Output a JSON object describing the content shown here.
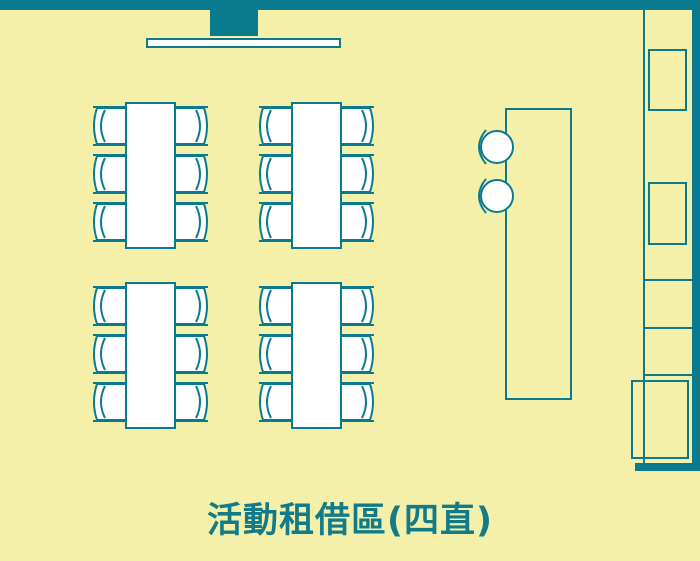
{
  "title": "活動租借區(四直)",
  "colors": {
    "background": "#f4f0aa",
    "line": "#0a7a8e",
    "furniture_fill": "#ffffff"
  },
  "layout": {
    "table_groups": 4,
    "chairs_per_table": 6,
    "bar_stools": 2
  }
}
